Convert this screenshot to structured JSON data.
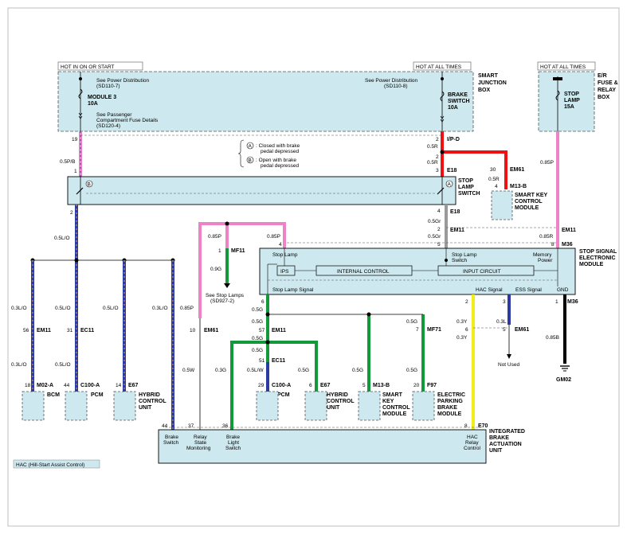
{
  "hot_labels": {
    "on_or_start": "HOT IN ON OR START",
    "all_times_1": "HOT AT ALL TIMES",
    "all_times_2": "HOT AT ALL TIMES"
  },
  "smart_junction_box": {
    "title_line1": "SMART",
    "title_line2": "JUNCTION",
    "title_line3": "BOX",
    "left_ref1": "See Power Distribution",
    "left_ref1b": "(SD110-7)",
    "module_name": "MODULE 3",
    "module_amp": "10A",
    "left_ref2": "See Passenger",
    "left_ref2b": "Compartment Fuse Details",
    "left_ref2c": "(SD120-4)",
    "right_ref1": "See Power Distribution",
    "right_ref1b": "(SD110-8)",
    "fuse_name1": "BRAKE",
    "fuse_name2": "SWITCH",
    "fuse_amp": "10A"
  },
  "er_fuse_box": {
    "title_line1": "E/R",
    "title_line2": "FUSE &",
    "title_line3": "RELAY",
    "title_line4": "BOX",
    "fuse_name1": "STOP",
    "fuse_name2": "LAMP",
    "fuse_amp": "15A"
  },
  "legend": {
    "a_line1": ": Closed with brake",
    "a_line2": "pedal depressed",
    "b_line1": ": Open with brake",
    "b_line2": "pedal depressed"
  },
  "stop_lamp_switch": {
    "title_line1": "STOP",
    "title_line2": "LAMP",
    "title_line3": "SWITCH",
    "marker_a": "A",
    "marker_b": "B"
  },
  "wire_labels": {
    "w19": "19",
    "w05pb": "0.5P/B",
    "w1": "1",
    "w2_left": "2",
    "w05lo": "0.5L/O",
    "w2_ipd": "2",
    "ipd": "I/P-D",
    "w05r_a": "0.5R",
    "w2_b": "2",
    "w05r_b": "0.5R",
    "w3": "3",
    "e18_top": "E18",
    "w30": "30",
    "em61_top": "EM61",
    "w05r_c": "0.5R",
    "w4_m13": "4",
    "m13b_top": "M13-B",
    "w4_e18": "4",
    "e18_bot": "E18",
    "w05gr_a": "0.5Gr",
    "w2_em11": "2",
    "em11": "EM11",
    "w05gr_b": "0.5Gr",
    "w4_m36": "4",
    "w5_m36": "5",
    "w085p_r": "0.85P",
    "w085r": "0.85R",
    "w8": "8",
    "m36_top": "M36",
    "w085p_l": "0.85P",
    "w1_mf11": "1",
    "mf11": "MF11",
    "w09g": "0.9G",
    "w085p_c": "0.85P",
    "w4_c": "4",
    "see_stop_lamps": "See Stop Lamps",
    "see_stop_lamps_ref": "(SD927-2)"
  },
  "smart_key_module_top": {
    "line1": "SMART KEY",
    "line2": "CONTROL",
    "line3": "MODULE"
  },
  "sse_module": {
    "title_line1": "STOP SIGNAL",
    "title_line2": "ELECTRONIC",
    "title_line3": "MODULE",
    "stop_lamp": "Stop Lamp",
    "stop_lamp_switch_l1": "Stop Lamp",
    "stop_lamp_switch_l2": "Switch",
    "memory_l1": "Memory",
    "memory_l2": "Power",
    "ips": "IPS",
    "internal_control": "INTERNAL CONTROL",
    "input_circuit": "INPUT CIRCUIT",
    "stop_lamp_signal": "Stop Lamp Signal",
    "hac_signal": "HAC Signal",
    "ess_signal": "ESS Signal",
    "gnd": "GND"
  },
  "lower_left": {
    "w03lo_1": "0.3L/O",
    "w03lo_2": "0.3L/O",
    "w03lo_3": "0.3L/O",
    "w05lo_1": "0.5L/O",
    "w05lo_2": "0.5L/O",
    "w05lo_3": "0.5L/O",
    "w56": "56",
    "em11_a": "EM11",
    "w31": "31",
    "ec11_a": "EC11",
    "w18": "18",
    "m02a": "M02-A",
    "bcm": "BCM",
    "w44a": "44",
    "c100a": "C100-A",
    "pcm": "PCM",
    "w14": "14",
    "e67": "E67",
    "hybrid_l1": "HYBRID",
    "hybrid_l2": "CONTROL",
    "hybrid_l3": "UNIT",
    "w085p": "0.85P",
    "w10": "10",
    "em61": "EM61",
    "w05w": "0.5W"
  },
  "lower_center": {
    "w6": "6",
    "w05g_1": "0.5G",
    "w57": "57",
    "em11": "EM11",
    "w05g_2": "0.5G",
    "w05g_3": "0.5G",
    "w05g_4": "0.5G",
    "w51": "51",
    "ec11": "EC11",
    "w05lw": "0.5L/W",
    "w03g": "0.3G",
    "w05g_5": "0.5G",
    "w29": "29",
    "c100a": "C100-A",
    "pcm": "PCM",
    "w6b": "6",
    "e67": "E67",
    "hybrid_l1": "HYBRID",
    "hybrid_l2": "CONTROL",
    "hybrid_l3": "UNIT",
    "w05g_6": "0.5G",
    "w5": "5",
    "m13b": "M13-B",
    "sk_l1": "SMART",
    "sk_l2": "KEY",
    "sk_l3": "CONTROL",
    "sk_l4": "MODULE",
    "w05g_7": "0.5G",
    "w7": "7",
    "mf71": "MF71",
    "w05g_8": "0.5G",
    "w20": "20",
    "f97": "F97",
    "ep_l1": "ELECTRIC",
    "ep_l2": "PARKING",
    "ep_l3": "BRAKE",
    "ep_l4": "MODULE"
  },
  "lower_right": {
    "w2": "2",
    "w03y_1": "0.3Y",
    "w6": "6",
    "w03y_2": "0.3Y",
    "w3": "3",
    "w03l": "0.3L",
    "w5": "5",
    "em61": "EM61",
    "not_used": "Not Used",
    "w1": "1",
    "m36": "M36",
    "w085b": "0.85B",
    "gm02": "GM02",
    "w8": "8",
    "e70": "E70"
  },
  "ibau": {
    "title_line1": "INTEGRATED",
    "title_line2": "BRAKE",
    "title_line3": "ACTUATION",
    "title_line4": "UNIT",
    "pin44": "44",
    "pin37": "37",
    "pin36": "36",
    "brake_switch_l1": "Brake",
    "brake_switch_l2": "Switch",
    "relay_l1": "Relay",
    "relay_l2": "State",
    "relay_l3": "Monitoring",
    "bls_l1": "Brake",
    "bls_l2": "Light",
    "bls_l3": "Switch",
    "hac_l1": "HAC",
    "hac_l2": "Relay",
    "hac_l3": "Control"
  },
  "footer": {
    "hac_note": "HAC (Hill-Start Assist Control)"
  },
  "colors": {
    "box_fill": "#cde8ee",
    "wire_pink": "#ee82c6",
    "wire_red": "#ee1111",
    "wire_green": "#129a3a",
    "wire_blue": "#2b3aa4",
    "wire_gray": "#9a9a9a",
    "wire_yellow": "#f2ec1a",
    "wire_black": "#000000"
  }
}
